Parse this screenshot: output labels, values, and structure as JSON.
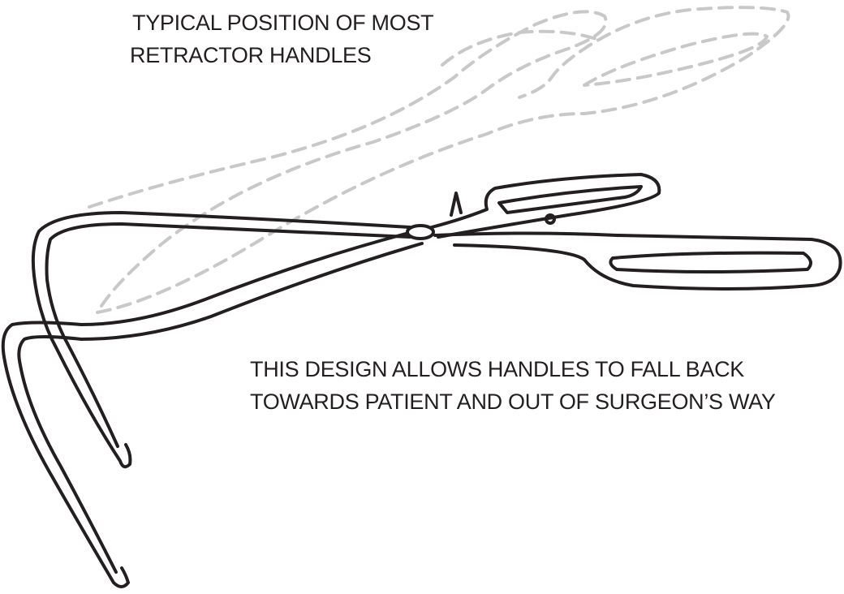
{
  "labels": {
    "typical_position": [
      "TYPICAL POSITION OF MOST",
      "RETRACTOR HANDLES"
    ],
    "this_design": [
      "THIS DESIGN ALLOWS HANDLES TO FALL BACK",
      "TOWARDS PATIENT AND OUT OF SURGEON’S WAY"
    ]
  },
  "colors": {
    "line": "#231f20",
    "ghost": "#c8c8c8"
  }
}
